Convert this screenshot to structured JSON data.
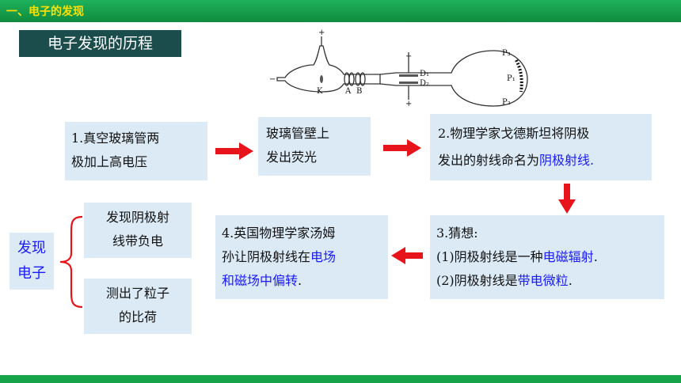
{
  "header": {
    "section_title": "一、电子的发现"
  },
  "subtitle": "电子发现的历程",
  "diagram": {
    "labels": {
      "K": "K",
      "A": "A",
      "B": "B",
      "D1": "D₁",
      "D2": "D₂",
      "P1": "P₁",
      "P2": "P₂",
      "P3": "P₃",
      "plus": "+",
      "minus": "−"
    }
  },
  "steps": {
    "step1": {
      "line1": "1.真空玻璃管两",
      "line2": "极加上高电压"
    },
    "glow": {
      "line1": "玻璃管壁上",
      "line2": "发出荧光"
    },
    "step2": {
      "line1": "2.物理学家戈德斯坦将阴极",
      "line2_plain": "发出的射线命名为",
      "line2_hl": "阴极射线."
    },
    "step3": {
      "line1": "3.猜想:",
      "line2_plain": "(1)阴极射线是一种",
      "line2_hl": "电磁辐射",
      "line2_end": ".",
      "line3_plain": "(2)阴极射线是",
      "line3_hl": "带电微粒",
      "line3_end": "."
    },
    "step4": {
      "line1": "4.英国物理学家汤姆",
      "line2_plain": "孙让阴极射线在",
      "line2_hl": "电场",
      "line3_hl": "和磁场中偏转",
      "line3_end": "."
    }
  },
  "discovery": {
    "label_line1": "发现",
    "label_line2": "电子",
    "result1_line1": "发现阴极射",
    "result1_line2": "线带负电",
    "result2_line1": "测出了粒子",
    "result2_line2": "的比荷"
  },
  "colors": {
    "accent_green": "#17a34a",
    "header_text": "#ffe000",
    "box_bg": "#dbeaf5",
    "highlight": "#1a1aff",
    "arrow": "#e8141b"
  }
}
